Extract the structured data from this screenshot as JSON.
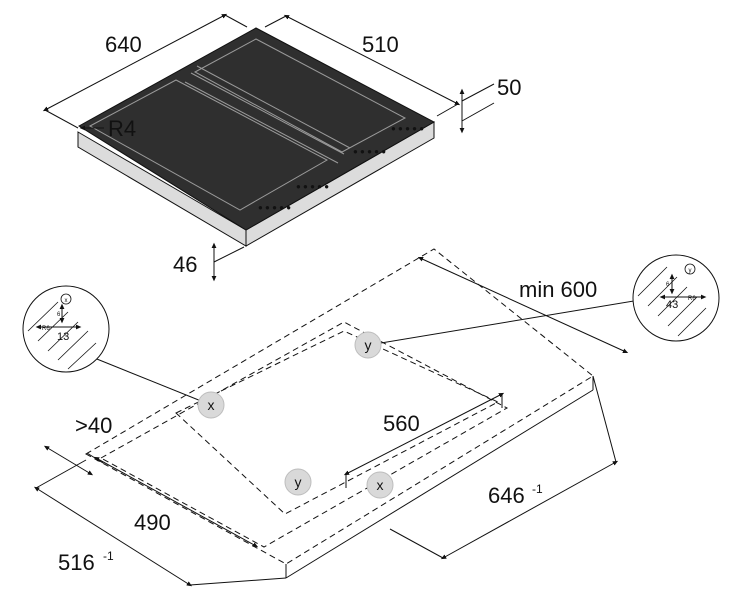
{
  "dimensions": {
    "width_top": "640",
    "depth_top": "510",
    "thickness_top": "50",
    "radius": "R4",
    "height_body": "46",
    "min_clearance": "min 600",
    "gap_front": ">40",
    "cutout_depth": "490",
    "cutout_width": "560",
    "outer_depth": "516",
    "outer_depth_tol": "-1",
    "outer_width": "646",
    "outer_width_tol": "-1"
  },
  "markers": {
    "x": "x",
    "y": "y"
  },
  "detail_x": {
    "label": "x",
    "dim_top": "6",
    "dim_radius": "R6",
    "dim_main": "13"
  },
  "detail_y": {
    "label": "y",
    "dim_top": "6",
    "dim_radius": "R6",
    "dim_main": "43"
  }
}
